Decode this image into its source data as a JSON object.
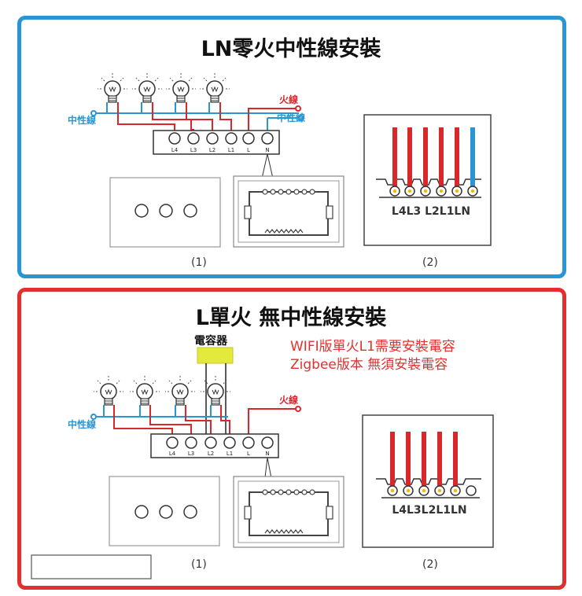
{
  "top": {
    "title": "LN零火中性線安裝",
    "neutral_left_label": "中性線",
    "live_label": "火線",
    "neutral_right_label": "中性線",
    "terminals": [
      "L4",
      "L3",
      "L2",
      "L1",
      "L",
      "N"
    ],
    "pins_label": "L4L3 L2L1LN",
    "caption_1": "(1)",
    "caption_2": "(2)"
  },
  "bottom": {
    "title": "L單火 無中性線安裝",
    "capacitor_label": "電容器",
    "note_line1": "WIFI版單火L1需要安裝電容",
    "note_line2": "Zigbee版本 無須安裝電容",
    "neutral_left_label": "中性線",
    "live_label": "火線",
    "terminals": [
      "L4",
      "L3",
      "L2",
      "L1",
      "L",
      "N"
    ],
    "pins_label": "L4L3L2L1LN",
    "caption_1": "(1)",
    "caption_2": "(2)"
  },
  "colors": {
    "blue_border": "#2a95d4",
    "red_border": "#e2302f",
    "neutral_wire": "#2a95d4",
    "live_wire": "#d8282c",
    "capacitor": "#e4ea3c"
  }
}
